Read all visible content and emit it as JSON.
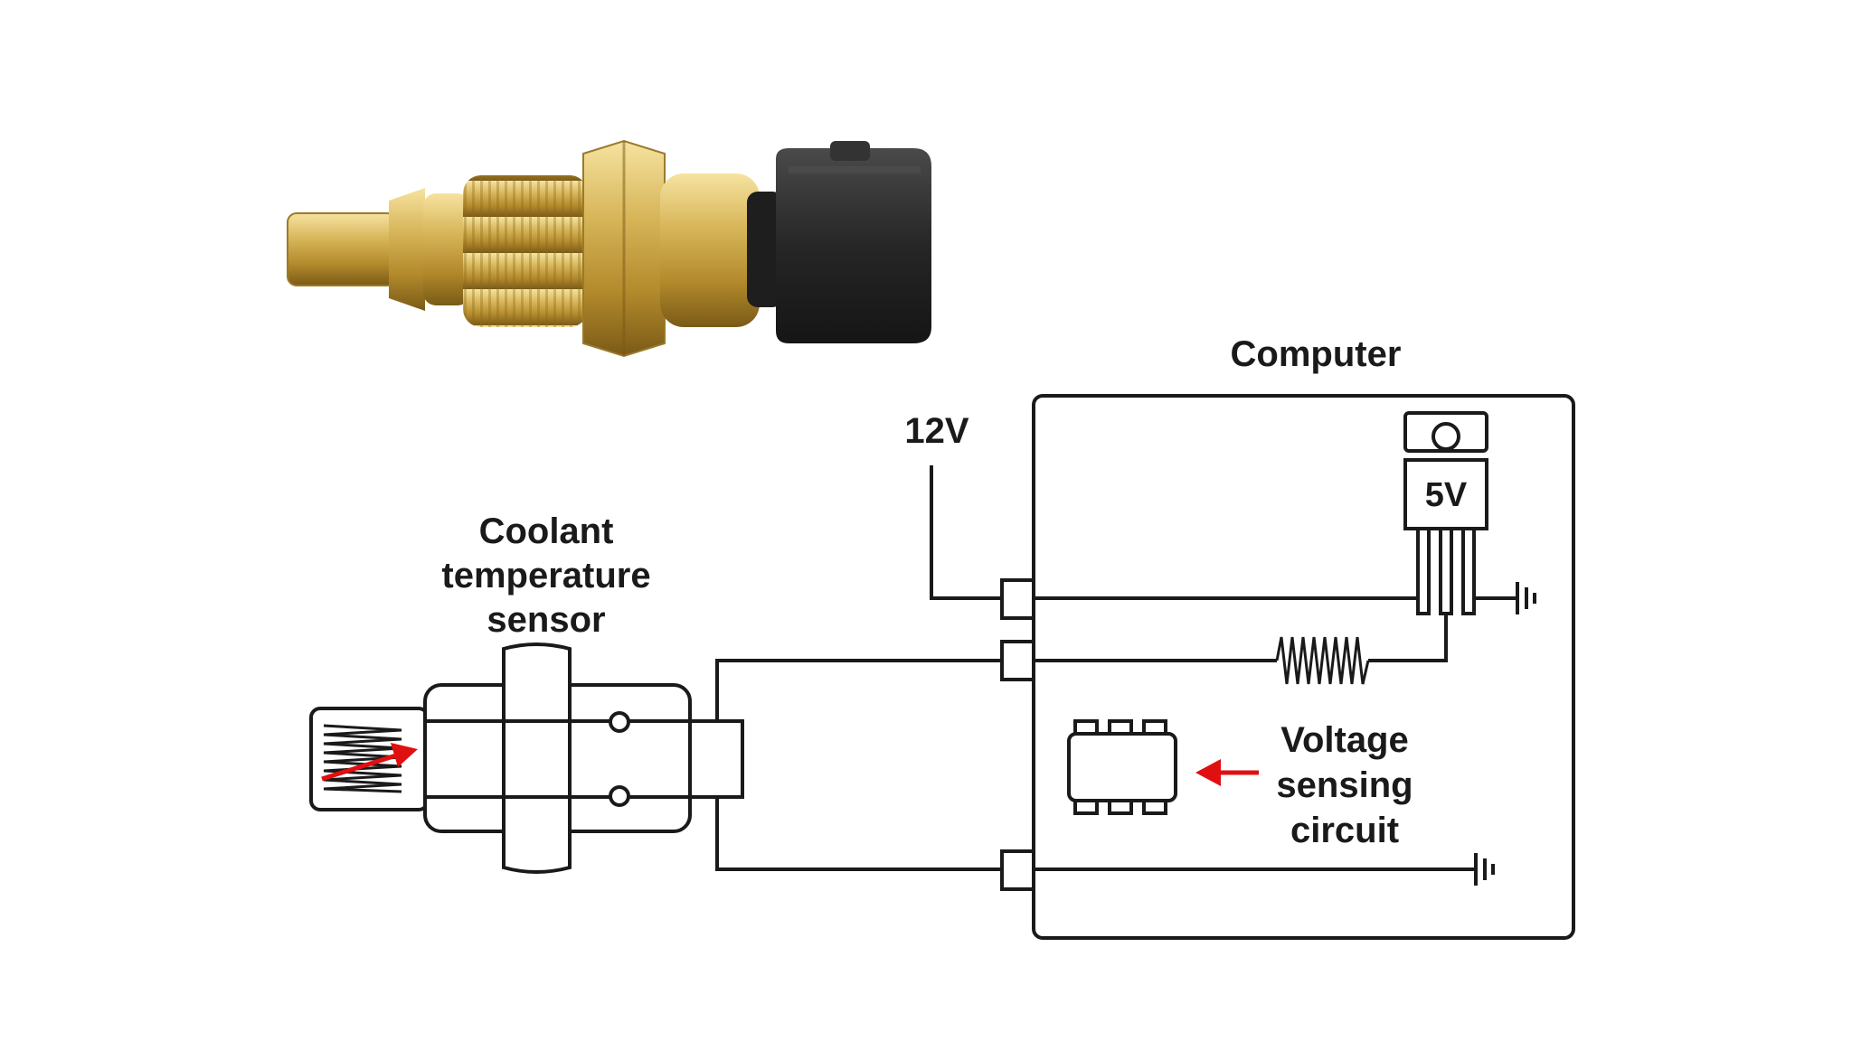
{
  "labels": {
    "computer": "Computer",
    "supply": "12V",
    "regulator": "5V",
    "sensor_line1": "Coolant",
    "sensor_line2": "temperature",
    "sensor_line3": "sensor",
    "circuit_line1": "Voltage",
    "circuit_line2": "sensing",
    "circuit_line3": "circuit"
  },
  "colors": {
    "brass": "#c9a646",
    "brass_dark": "#8a6a1c",
    "plug": "#2b2b2b",
    "line": "#1a1a1a",
    "arrow": "#e01010"
  },
  "icons": {
    "photo": "coolant-sensor-photo",
    "regulator": "voltage-regulator-icon",
    "resistor": "resistor-icon",
    "chip": "ic-chip-icon",
    "ground": "ground-icon",
    "thermistor": "thermistor-icon"
  }
}
